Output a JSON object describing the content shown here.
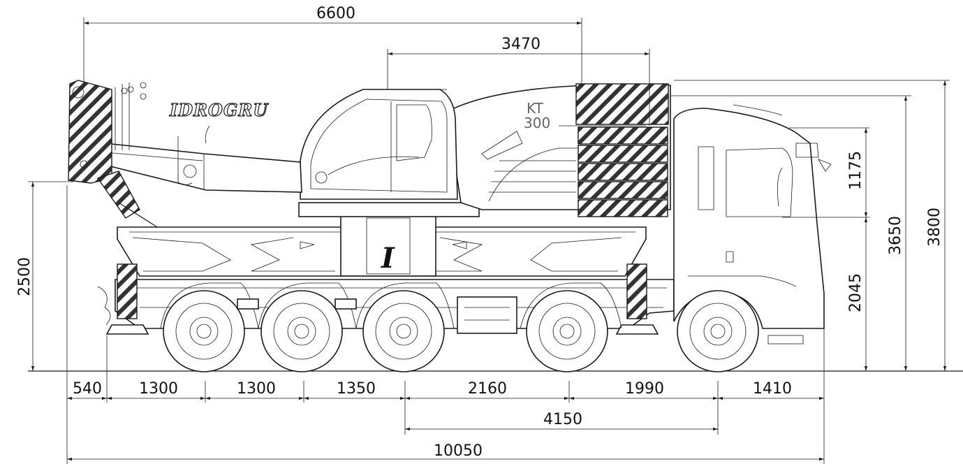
{
  "brand": {
    "logo_text": "IDROGRU",
    "model_line1": "KT",
    "model_line2": "300",
    "chassis_emblem": "I"
  },
  "dimensions": {
    "top_6600": "6600",
    "top_3470": "3470",
    "height_1175": "1175",
    "height_2045": "2045",
    "height_3650": "3650",
    "height_3800": "3800",
    "height_2500": "2500",
    "bottom_segments": [
      "540",
      "1300",
      "1300",
      "1350",
      "2160",
      "1990",
      "1410"
    ],
    "wheelbase_4150": "4150",
    "overall_10050": "10050"
  },
  "colors": {
    "line": "#1a1a1a",
    "background": "#ffffff"
  }
}
